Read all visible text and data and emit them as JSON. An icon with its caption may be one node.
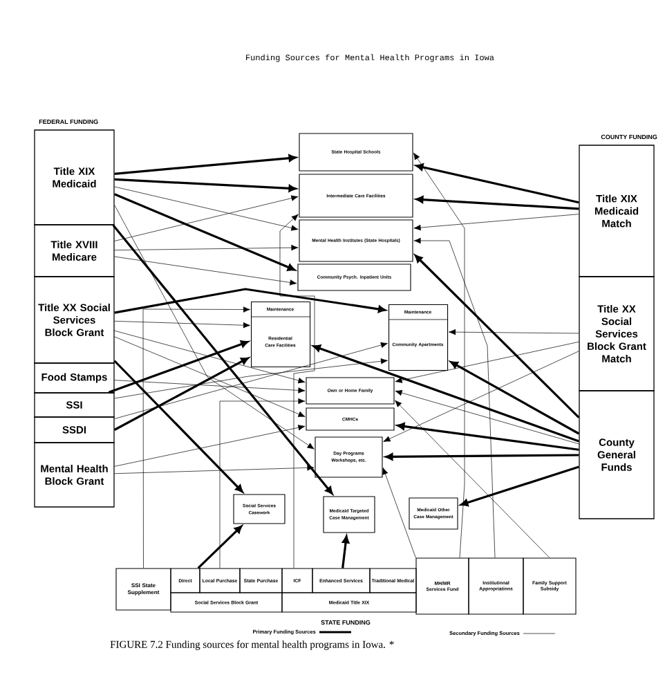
{
  "diagram": {
    "title": "Funding Sources for Mental Health Programs in Iowa",
    "caption": "FIGURE 7.2 Funding sources for mental health programs in Iowa. *",
    "nodes": [
      {
        "text": [
          "Title XIX Medicaid"
        ],
        "beside": [
          "FEDERAL FUNDING"
        ]
      },
      {
        "text": [
          "Title XVIII Medicare"
        ]
      },
      {
        "text": [
          "Title XX Social Services Block Grant"
        ]
      },
      {
        "text": [
          "Food Stamps"
        ]
      },
      {
        "text": [
          "SSI"
        ]
      },
      {
        "text": [
          "SSDI"
        ]
      },
      {
        "text": [
          "Mental Health Block Grant"
        ]
      },
      {
        "text": [
          "State Hospital Schools"
        ]
      },
      {
        "text": [
          "Intermediate Care Facilities"
        ]
      },
      {
        "text": [
          "Mental Health Institutes (State Hospitals)"
        ]
      },
      {
        "text": [
          "Community Psych. Inpatient Units"
        ]
      },
      {
        "text": [
          "Maintenance",
          "Residential Care Facilities"
        ]
      },
      {
        "text": [
          "Maintenance",
          "Community Apartments"
        ]
      },
      {
        "text": [
          "Own or Home Family"
        ]
      },
      {
        "text": [
          "CMHCs"
        ]
      },
      {
        "text": [
          "Day Programs Workshops, etc."
        ]
      },
      {
        "text": [
          "Social Services Casework"
        ]
      },
      {
        "text": [
          "Medicaid Targeted Case Management"
        ]
      },
      {
        "text": [
          "Medicaid Other Case Management"
        ]
      },
      {
        "text": [
          "Title XIX Medicaid Match"
        ],
        "beside": [
          "COUNTY FUNDING"
        ]
      },
      {
        "text": [
          "Title XX Social Services Block Grant Match"
        ]
      },
      {
        "text": [
          "County General Funds"
        ]
      },
      {
        "text": [
          "SSI State Supplement"
        ]
      },
      {
        "text": [
          "Direct"
        ]
      },
      {
        "text": [
          "Local Purchase"
        ]
      },
      {
        "text": [
          "State Purchase"
        ]
      },
      {
        "text": [
          "Social Services Block Grant"
        ]
      },
      {
        "text": [
          "ICF"
        ]
      },
      {
        "text": [
          "Enhanced Services"
        ]
      },
      {
        "text": [
          "Traditional Medical"
        ]
      },
      {
        "text": [
          "Medicaid Title XIX"
        ]
      },
      {
        "text": [
          "MH/MR Services Fund"
        ]
      },
      {
        "text": [
          "Institutional Appropriations"
        ]
      },
      {
        "text": [
          "Family Support Subsidy"
        ]
      }
    ],
    "edges": [
      {
        "from": 0,
        "to": 7,
        "arrow": "to",
        "style": "thick"
      },
      {
        "from": 0,
        "to": 8,
        "arrow": "to",
        "style": "thick"
      },
      {
        "from": 0,
        "to": 9,
        "arrow": "to"
      },
      {
        "from": 0,
        "to": 10,
        "arrow": "to",
        "style": "thick"
      },
      {
        "from": 0,
        "to": 17,
        "arrow": "to",
        "style": "thick"
      },
      {
        "from": 0,
        "to": 15,
        "arrow": "to"
      },
      {
        "from": 1,
        "to": 8,
        "arrow": "to"
      },
      {
        "from": 1,
        "to": 9,
        "arrow": "to"
      },
      {
        "from": 1,
        "to": 10,
        "arrow": "to"
      },
      {
        "from": 2,
        "to": 11,
        "arrow": "to"
      },
      {
        "from": 2,
        "to": 12,
        "arrow": "to",
        "style": "thick"
      },
      {
        "from": 2,
        "to": 13,
        "arrow": "to"
      },
      {
        "from": 2,
        "to": 14,
        "arrow": "to"
      },
      {
        "from": 2,
        "to": 16,
        "arrow": "to",
        "style": "thick"
      },
      {
        "from": 3,
        "to": 13,
        "arrow": "to"
      },
      {
        "from": 4,
        "to": 11,
        "arrow": "to",
        "style": "thick"
      },
      {
        "from": 4,
        "to": 12,
        "arrow": "to"
      },
      {
        "from": 5,
        "to": 11,
        "arrow": "to",
        "style": "thick"
      },
      {
        "from": 5,
        "to": 12,
        "arrow": "to"
      },
      {
        "from": 6,
        "to": 14,
        "arrow": "to"
      },
      {
        "from": 6,
        "to": 15,
        "arrow": "to"
      },
      {
        "from": 19,
        "to": 7,
        "arrow": "to",
        "style": "thick"
      },
      {
        "from": 19,
        "to": 8,
        "arrow": "to",
        "style": "thick"
      },
      {
        "from": 19,
        "to": 9,
        "arrow": "to"
      },
      {
        "from": 20,
        "to": 12,
        "arrow": "to"
      },
      {
        "from": 20,
        "to": 13,
        "arrow": "to"
      },
      {
        "from": 20,
        "to": 15,
        "arrow": "to"
      },
      {
        "from": 21,
        "to": 9,
        "arrow": "to",
        "style": "thick"
      },
      {
        "from": 21,
        "to": 11,
        "arrow": "to",
        "style": "thick"
      },
      {
        "from": 21,
        "to": 12,
        "arrow": "to",
        "style": "thick"
      },
      {
        "from": 21,
        "to": 14,
        "arrow": "to",
        "style": "thick"
      },
      {
        "from": 21,
        "to": 15,
        "arrow": "to",
        "style": "thick"
      },
      {
        "from": 21,
        "to": 18,
        "arrow": "to",
        "style": "thick"
      },
      {
        "from": 21,
        "to": 13,
        "arrow": "to"
      },
      {
        "from": 22,
        "to": 11,
        "arrow": "to"
      },
      {
        "from": 23,
        "to": 16,
        "arrow": "to",
        "style": "thick"
      },
      {
        "from": 24,
        "to": 13,
        "arrow": "to"
      },
      {
        "from": 27,
        "to": 8,
        "arrow": "to"
      },
      {
        "from": 28,
        "to": 17,
        "arrow": "to",
        "style": "thick"
      },
      {
        "from": 31,
        "to": 7,
        "arrow": "to"
      },
      {
        "from": 31,
        "to": 15,
        "arrow": "to"
      },
      {
        "from": 32,
        "to": 9,
        "arrow": "to"
      },
      {
        "from": 33,
        "to": 13,
        "arrow": "to"
      }
    ],
    "labels": [
      "STATE FUNDING"
    ],
    "legend": [
      {
        "text": "Primary Funding Sources"
      },
      {
        "text": "Secondary Funding Sources"
      }
    ]
  }
}
